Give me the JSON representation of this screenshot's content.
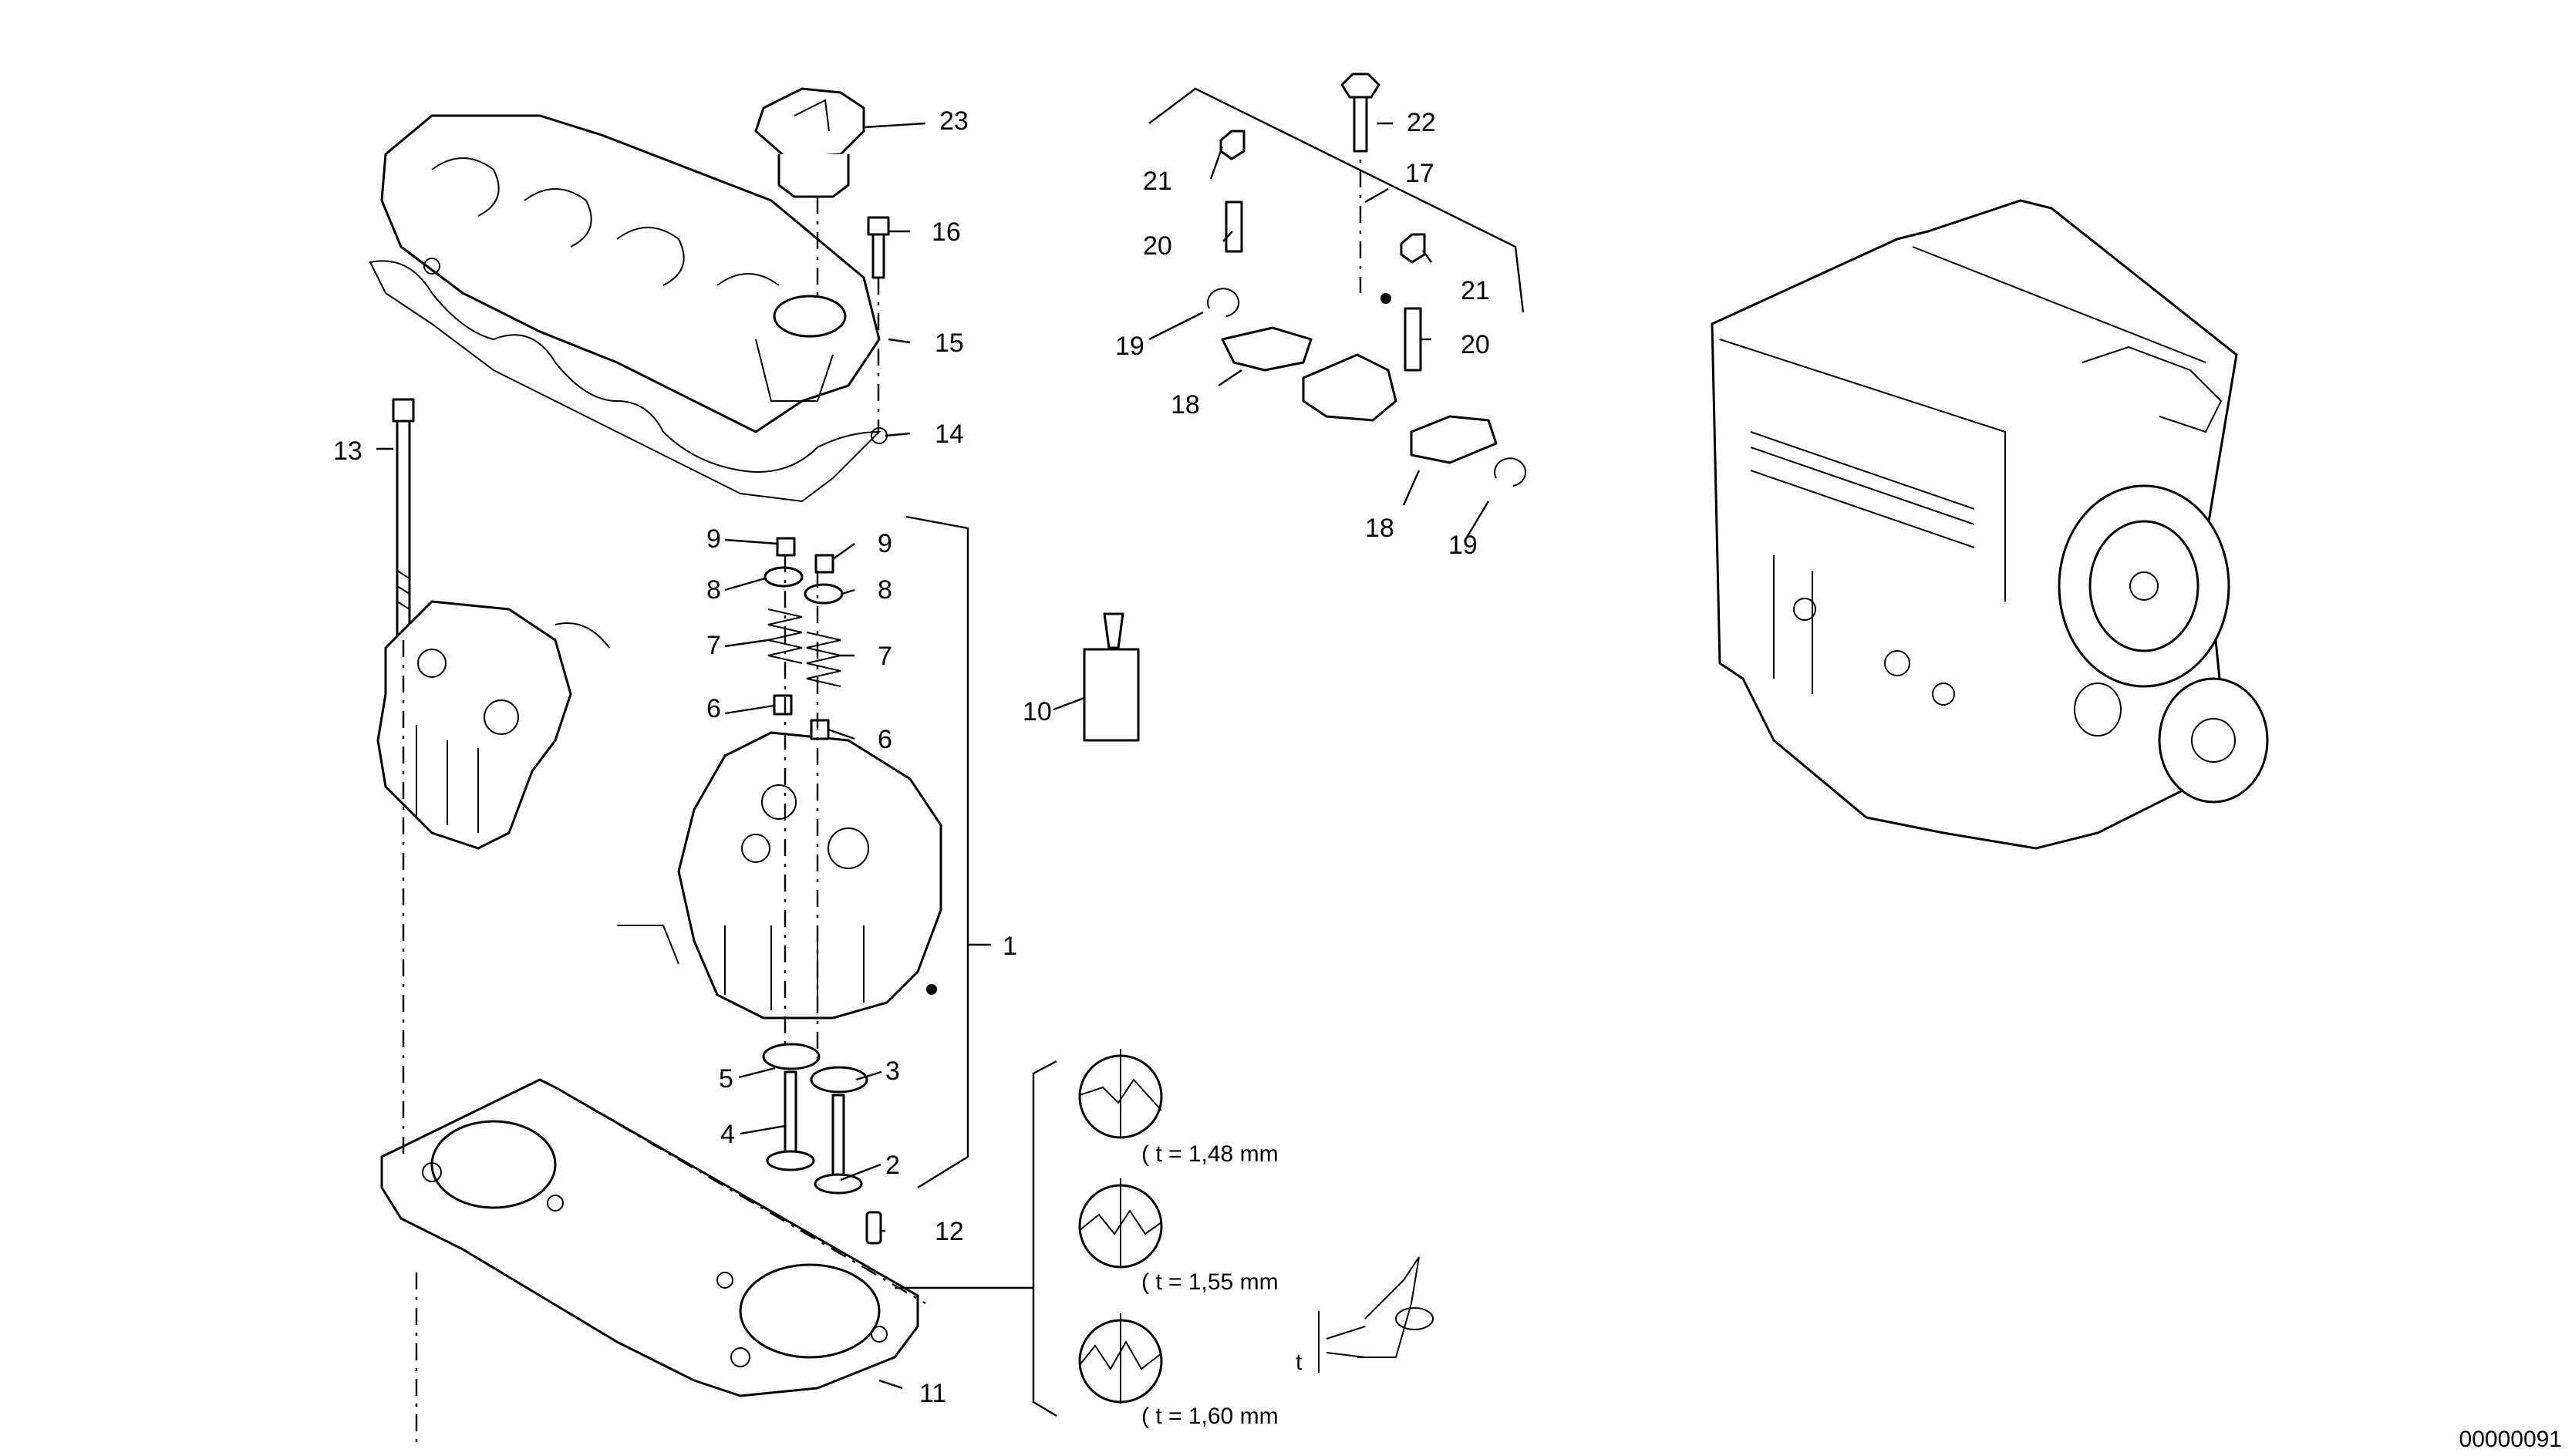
{
  "callouts": {
    "c1": "1",
    "c2": "2",
    "c3": "3",
    "c4": "4",
    "c5": "5",
    "c6a": "6",
    "c6b": "6",
    "c7a": "7",
    "c7b": "7",
    "c8a": "8",
    "c8b": "8",
    "c9a": "9",
    "c9b": "9",
    "c10": "10",
    "c11": "11",
    "c12": "12",
    "c13": "13",
    "c14": "14",
    "c15": "15",
    "c16": "16",
    "c17": "17",
    "c18a": "18",
    "c18b": "18",
    "c19a": "19",
    "c19b": "19",
    "c20a": "20",
    "c20b": "20",
    "c21a": "21",
    "c21b": "21",
    "c22": "22",
    "c23": "23"
  },
  "gasket_thickness": {
    "t1": "( t = 1,48 mm",
    "t2": "( t = 1,55 mm",
    "t3": "( t = 1,60 mm",
    "t_symbol": "t"
  },
  "drawing_number": "00000091",
  "colors": {
    "ink": "#000000",
    "paper": "#ffffff"
  }
}
